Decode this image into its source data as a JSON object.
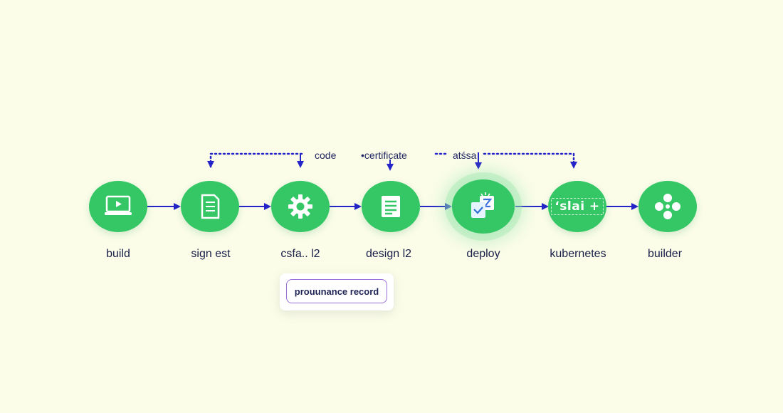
{
  "pipeline": {
    "steps": [
      {
        "label": "build",
        "icon": "monitor-icon"
      },
      {
        "label": "sign est",
        "icon": "document-icon"
      },
      {
        "label": "csfa.. l2",
        "icon": "gear-icon"
      },
      {
        "label": "design l2",
        "icon": "list-document-icon"
      },
      {
        "label": "deploy",
        "icon": "deploy-cards-icon",
        "highlighted": true
      },
      {
        "label": "kubernetes",
        "icon": "slai-text-icon",
        "icon_text": "ʻslai +"
      },
      {
        "label": "builder",
        "icon": "dots-cluster-icon"
      }
    ],
    "feedback_labels": {
      "code": "code",
      "certificate": "•certificate",
      "attestation": "atśsa"
    },
    "callout": "prouunance record",
    "colors": {
      "background": "#fbfde9",
      "node": "#35c766",
      "arrow": "#2424c8",
      "callout_border": "#9b6fd8",
      "text": "#1a1f4a"
    }
  }
}
